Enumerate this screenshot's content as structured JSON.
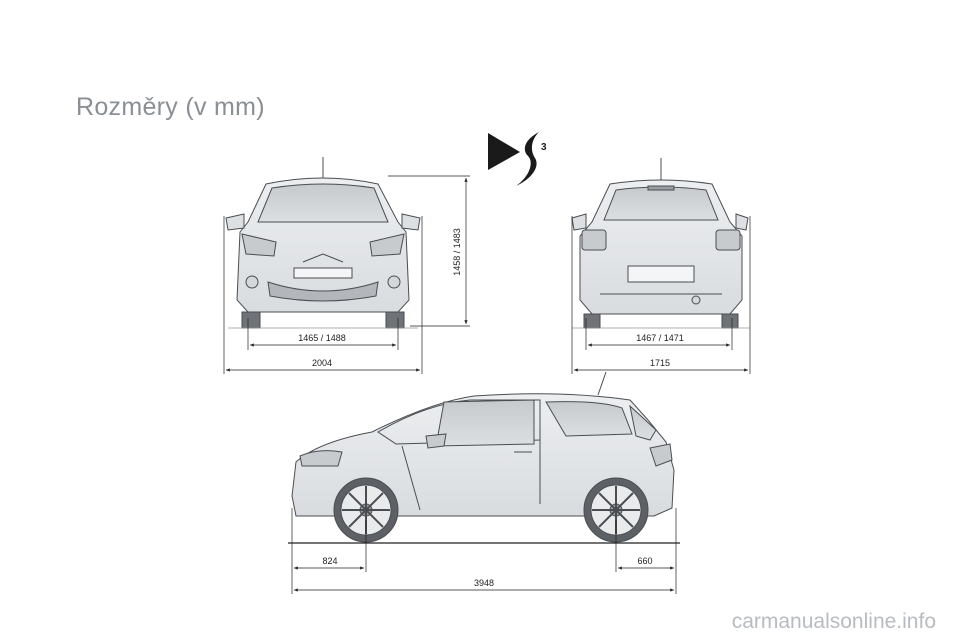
{
  "page": {
    "title": "Rozměry (v mm)"
  },
  "logo": {
    "text": "3"
  },
  "front_view": {
    "track": "1465 / 1488",
    "width": "2004",
    "height": "1458 / 1483"
  },
  "rear_view": {
    "track": "1467 / 1471",
    "width": "1715"
  },
  "side_view": {
    "front_overhang": "824",
    "rear_overhang": "660",
    "length": "3948"
  },
  "footer": {
    "watermark": "carmanualsonline.info"
  }
}
